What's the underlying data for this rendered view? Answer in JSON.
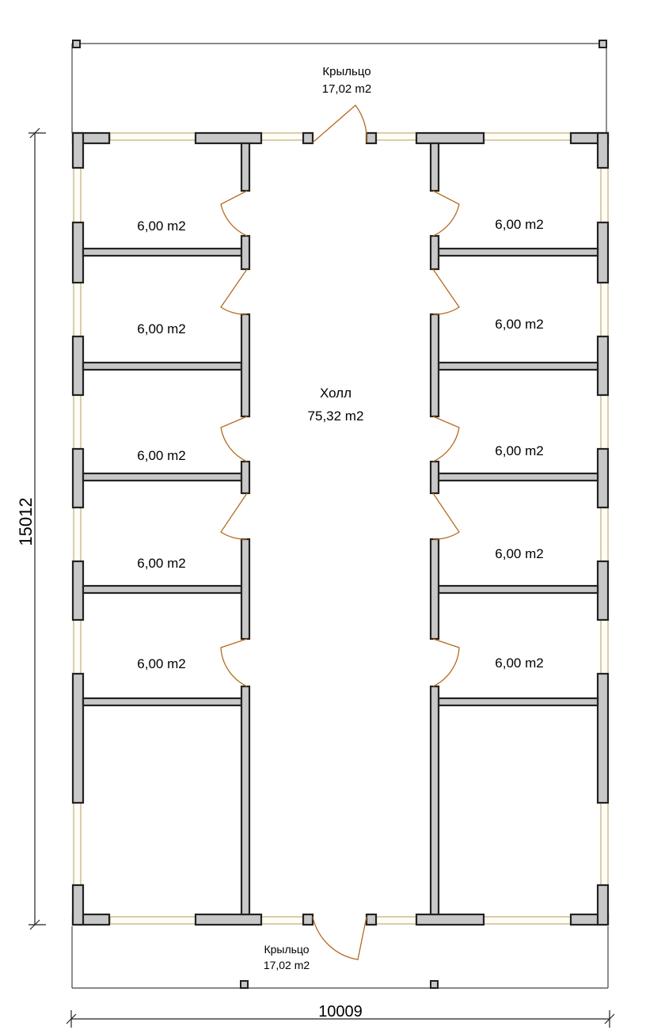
{
  "porch_top": {
    "name": "Крыльцо",
    "area": "17,02 m2"
  },
  "porch_bottom": {
    "name": "Крыльцо",
    "area": "17,02 m2"
  },
  "hall": {
    "name": "Холл",
    "area": "75,32 m2"
  },
  "rooms_left": [
    "6,00 m2",
    "6,00 m2",
    "6,00 m2",
    "6,00 m2",
    "6,00 m2"
  ],
  "rooms_right": [
    "6,00 m2",
    "6,00 m2",
    "6,00 m2",
    "6,00 m2",
    "6,00 m2"
  ],
  "dimensions": {
    "height": "15012",
    "width": "10009"
  },
  "colors": {
    "wall_fill": "#c8c8c8",
    "wall_stroke": "#222222",
    "door": "#b46a1e",
    "window": "#b89a5a"
  }
}
